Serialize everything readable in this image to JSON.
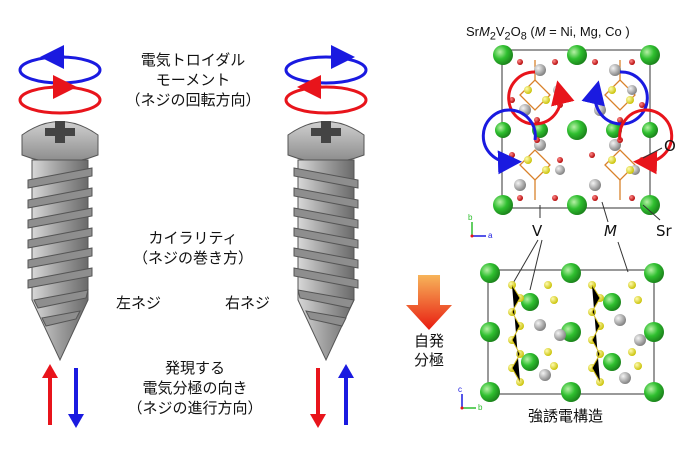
{
  "labels": {
    "toroidal_line1": "電気トロイダル",
    "toroidal_line2": "モーメント",
    "toroidal_line3": "（ネジの回転方向）",
    "chirality_line1": "カイラリティ",
    "chirality_line2": "（ネジの巻き方）",
    "left_screw": "左ネジ",
    "right_screw": "右ネジ",
    "polarization_line1": "発現する",
    "polarization_line2": "電気分極の向き",
    "polarization_line3": "（ネジの進行方向）",
    "formula_prefix": "Sr",
    "formula_M": "M",
    "formula_2a": "2",
    "formula_V": "V",
    "formula_2b": "2",
    "formula_O": "O",
    "formula_8": "8",
    "formula_paren_open": " (",
    "formula_M2": "M",
    "formula_rest": " = Ni, Mg, Co )",
    "label_O": "O",
    "label_V": "V",
    "label_M": "M",
    "label_Sr": "Sr",
    "spont_line1": "自発",
    "spont_line2": "分極",
    "ferro_structure": "強誘電構造",
    "axis_b": "b",
    "axis_a": "a",
    "axis_c": "c",
    "axis_b2": "b"
  },
  "colors": {
    "red_arrow": "#e8141b",
    "blue_arrow": "#1a1ae0",
    "screw_gray": "#9c9c9c",
    "sr_green": "#2fbf2f",
    "v_yellow": "#f2ea2a",
    "o_red": "#d81b1b",
    "m_gray": "#a9a9a9"
  }
}
